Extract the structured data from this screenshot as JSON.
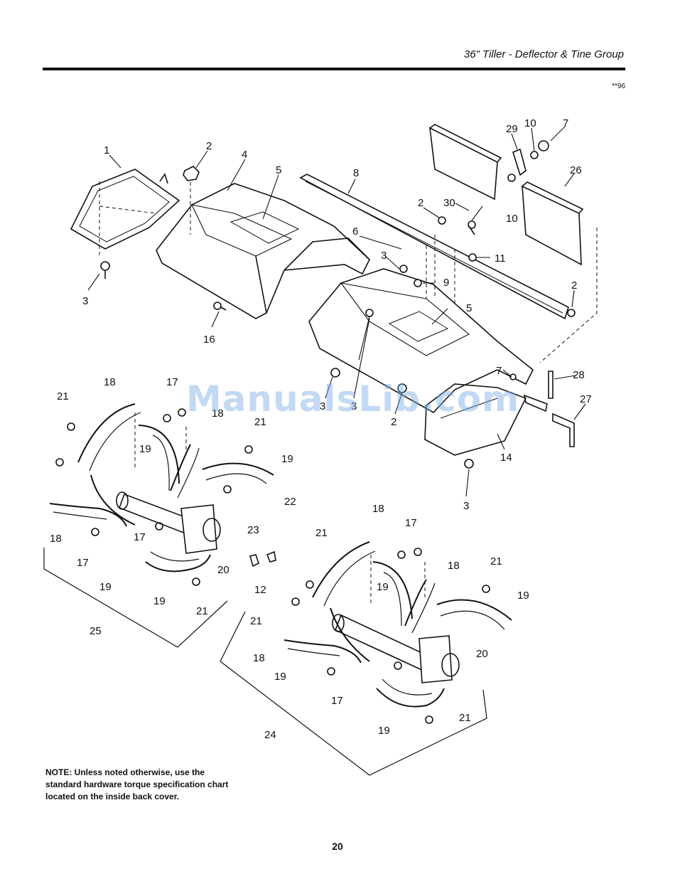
{
  "header": {
    "title": "36\" Tiller - Deflector & Tine Group",
    "code": "**96"
  },
  "watermark": "ManualsLib.com",
  "note": "NOTE: Unless noted otherwise, use the standard hardware torque specification chart located on the inside back cover.",
  "page_number": "20",
  "callouts": {
    "c1": "1",
    "c2a": "2",
    "c2b": "2",
    "c2c": "2",
    "c2d": "2",
    "c3a": "3",
    "c3b": "3",
    "c3c": "3",
    "c3d": "3",
    "c3e": "3",
    "c4": "4",
    "c5a": "5",
    "c5b": "5",
    "c6": "6",
    "c7a": "7",
    "c7b": "7",
    "c8": "8",
    "c9": "9",
    "c10a": "10",
    "c10b": "10",
    "c11": "11",
    "c12": "12",
    "c14": "14",
    "c16": "16",
    "c17a": "17",
    "c17b": "17",
    "c17c": "17",
    "c17d": "17",
    "c17e": "17",
    "c18a": "18",
    "c18b": "18",
    "c18c": "18",
    "c18d": "18",
    "c18e": "18",
    "c18f": "18",
    "c19a": "19",
    "c19b": "19",
    "c19c": "19",
    "c19d": "19",
    "c19e": "19",
    "c19f": "19",
    "c19g": "19",
    "c19h": "19",
    "c20a": "20",
    "c20b": "20",
    "c21a": "21",
    "c21b": "21",
    "c21c": "21",
    "c21d": "21",
    "c21e": "21",
    "c21f": "21",
    "c21g": "21",
    "c22": "22",
    "c23": "23",
    "c24": "24",
    "c25": "25",
    "c26": "26",
    "c27": "27",
    "c28": "28",
    "c29": "29",
    "c30": "30"
  }
}
